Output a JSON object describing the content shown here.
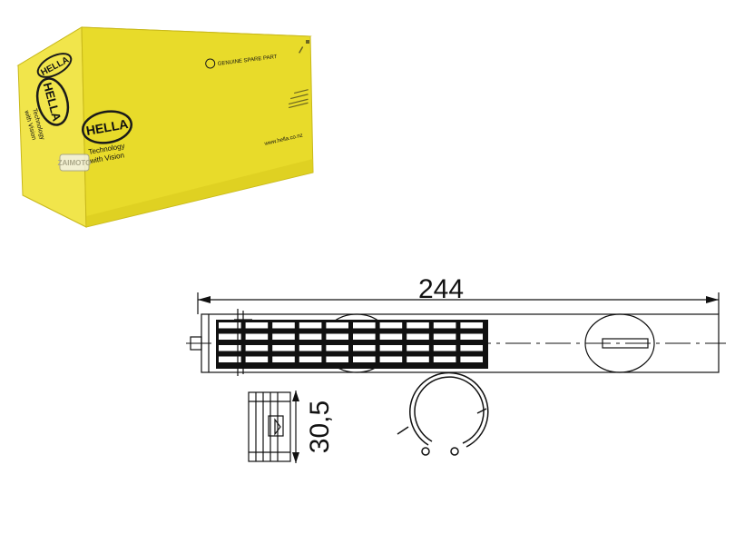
{
  "box": {
    "brand": "HELLA",
    "tagline_line1": "Technology",
    "tagline_line2": "with Vision",
    "top_label": "GENUINE SPARE PART",
    "website": "www.hella.co.nz",
    "colors": {
      "front": "#e9dc2a",
      "side": "#f4ea52",
      "top": "#f7ef6a",
      "edge": "#c8b81a",
      "logo": "#1a1a1a"
    }
  },
  "watermark": {
    "text": "ZAIMOTO",
    "color": "#9a9a9a"
  },
  "drawing": {
    "length_label": "244",
    "diameter_label": "30,5",
    "line_color": "#111111"
  }
}
